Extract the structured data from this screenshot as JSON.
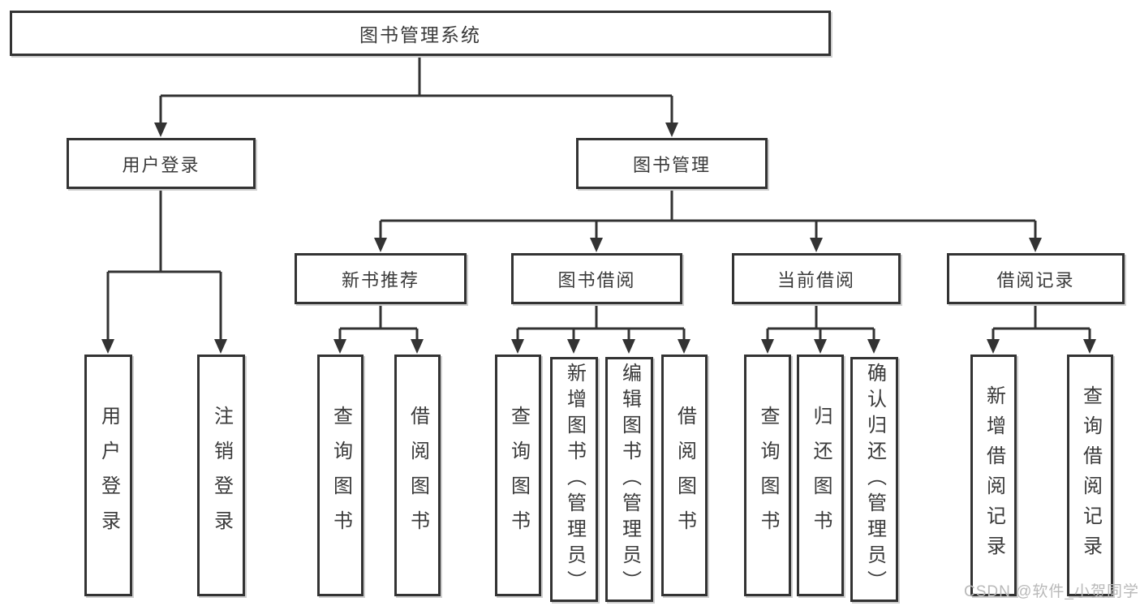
{
  "diagram": {
    "root_label": "图书管理系统",
    "branches": [
      {
        "label": "用户登录",
        "children": [
          {
            "label": "用户登录"
          },
          {
            "label": "注销登录"
          }
        ]
      },
      {
        "label": "图书管理",
        "sections": [
          {
            "label": "新书推荐",
            "children": [
              {
                "label": "查询图书"
              },
              {
                "label": "借阅图书"
              }
            ]
          },
          {
            "label": "图书借阅",
            "children": [
              {
                "label": "查询图书"
              },
              {
                "label": "新增图书（管理员）"
              },
              {
                "label": "编辑图书（管理员）"
              },
              {
                "label": "借阅图书"
              }
            ]
          },
          {
            "label": "当前借阅",
            "children": [
              {
                "label": "查询图书"
              },
              {
                "label": "归还图书"
              },
              {
                "label": "确认归还（管理员）"
              }
            ]
          },
          {
            "label": "借阅记录",
            "children": [
              {
                "label": "新增借阅记录"
              },
              {
                "label": "查询借阅记录"
              }
            ]
          }
        ]
      }
    ]
  },
  "watermark": {
    "text": "CSDN @软件_小贺同学"
  },
  "colors": {
    "line": "#333333",
    "text": "#3a3a3a",
    "watermark": "#b9b9b9",
    "background": "#ffffff"
  }
}
